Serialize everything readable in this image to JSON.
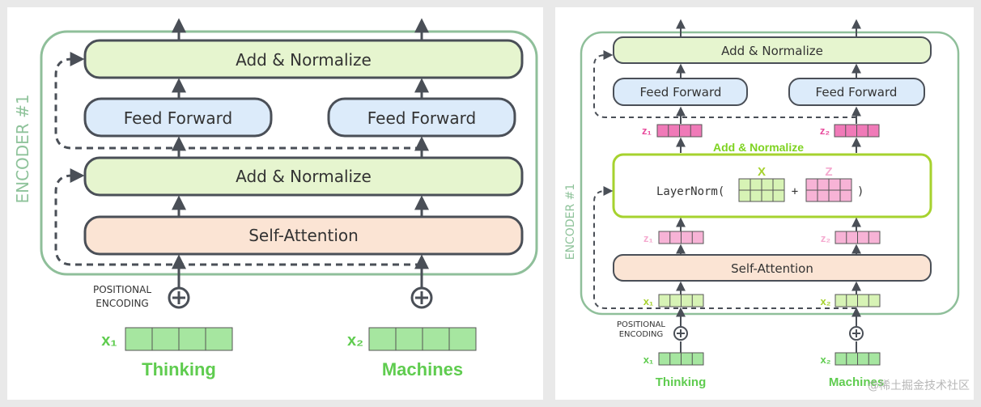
{
  "left": {
    "encoder_label": "ENCODER #1",
    "top_add_norm": "Add & Normalize",
    "ff_left": "Feed Forward",
    "ff_right": "Feed Forward",
    "bottom_add_norm": "Add & Normalize",
    "self_attention": "Self-Attention",
    "pos_enc_line1": "POSITIONAL",
    "pos_enc_line2": "ENCODING",
    "x1_label": "x₁",
    "x2_label": "x₂",
    "word1": "Thinking",
    "word2": "Machines"
  },
  "right": {
    "encoder_label": "ENCODER #1",
    "top_add_norm": "Add & Normalize",
    "ff_left": "Feed Forward",
    "ff_right": "Feed Forward",
    "z1_top": "z₁",
    "z2_top": "z₂",
    "add_norm_label": "Add & Normalize",
    "layernorm_prefix": "LayerNorm(",
    "layernorm_plus": "+",
    "layernorm_suffix": ")",
    "x_header": "X",
    "z_header": "Z",
    "z1_mid": "z₁",
    "z2_mid": "z₂",
    "self_attention": "Self-Attention",
    "x1_mid": "x₁",
    "x2_mid": "x₂",
    "pos_enc_line1": "POSITIONAL",
    "pos_enc_line2": "ENCODING",
    "x1_bottom": "x₁",
    "x2_bottom": "x₂",
    "word1": "Thinking",
    "word2": "Machines"
  },
  "watermark": "@稀土掘金技术社区",
  "colors": {
    "encoder_border": "#8fbf9a",
    "encoder_label": "#8fc39b",
    "add_norm_fill": "#e6f5cf",
    "ff_fill": "#dcebfa",
    "sa_fill": "#fbe4d4",
    "green_text": "#5fcc4f",
    "green_cell": "#a6e6a0",
    "pink_cell": "#f5a9cf",
    "pink_text": "#e84a9c",
    "arrow": "#4a4f57"
  }
}
